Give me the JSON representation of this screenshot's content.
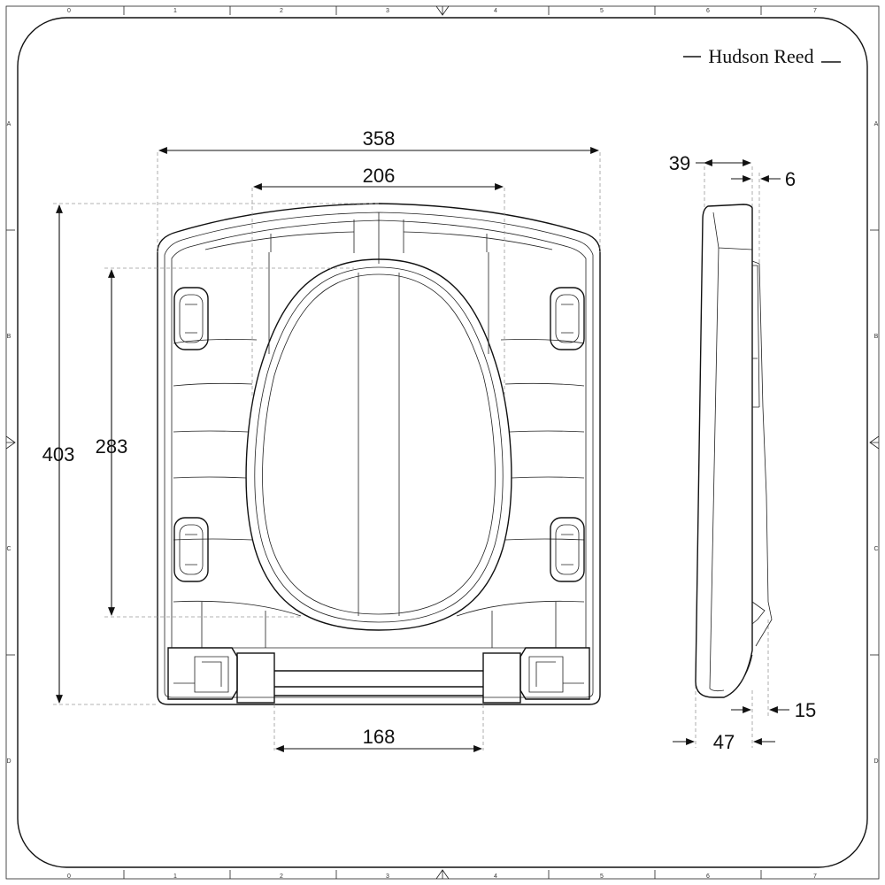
{
  "brand": {
    "name": "Hudson Reed"
  },
  "frame": {
    "top_numbers": [
      "0",
      "1",
      "2",
      "3",
      "4",
      "5",
      "6",
      "7"
    ],
    "bottom_numbers": [
      "0",
      "1",
      "2",
      "3",
      "4",
      "5",
      "6",
      "7"
    ],
    "left_letters": [
      "A",
      "B",
      "C",
      "D"
    ],
    "right_letters": [
      "A",
      "B",
      "C",
      "D"
    ]
  },
  "dimensions": {
    "overall_width": "358",
    "inner_width": "206",
    "hinge_spacing": "168",
    "overall_length": "403",
    "inner_length": "283",
    "side_top": "39",
    "side_top_small": "6",
    "side_bottom": "47",
    "side_bottom_small": "15"
  },
  "colors": {
    "line": "#111111",
    "extension": "#9a9a9a",
    "background": "#ffffff"
  }
}
